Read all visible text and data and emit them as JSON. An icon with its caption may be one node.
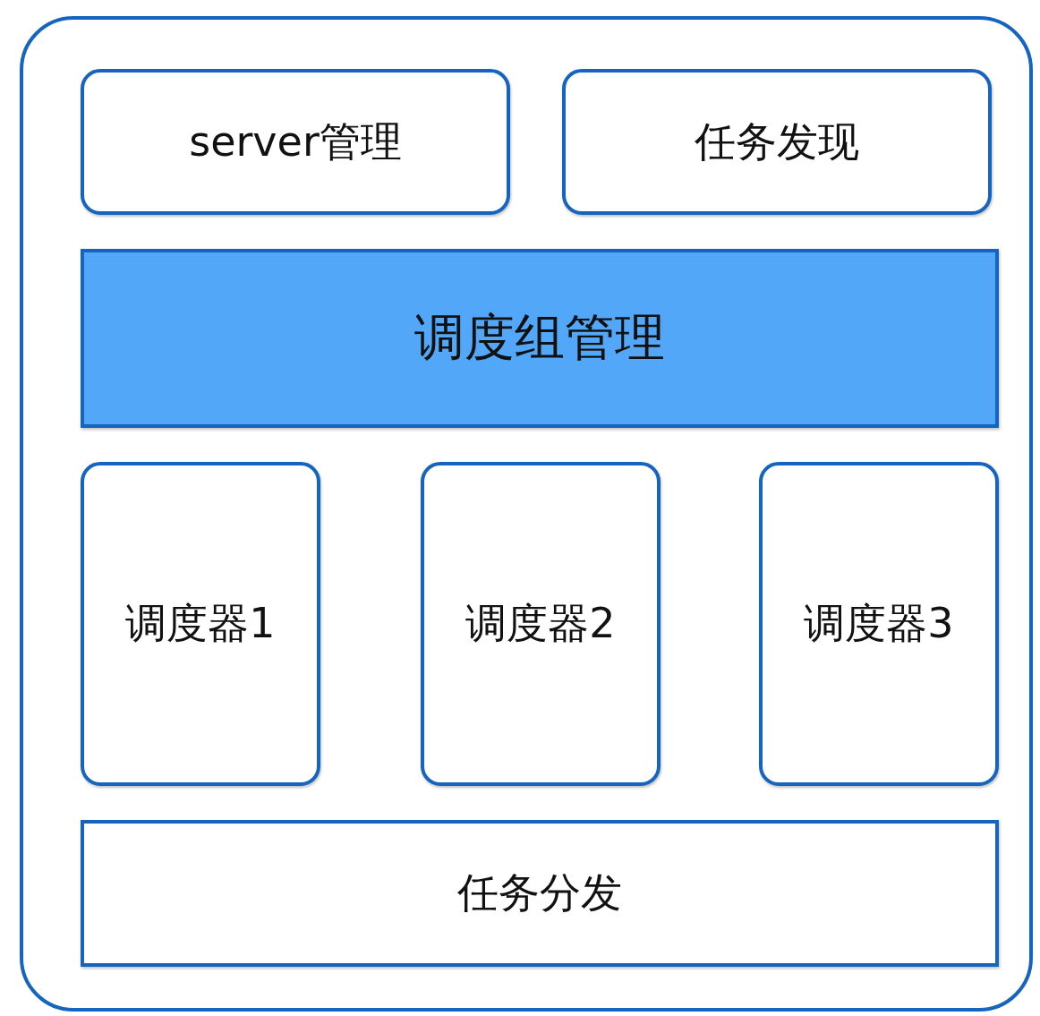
{
  "diagram": {
    "nodes": [
      {
        "text": [],
        "shape": "box"
      },
      {
        "text": [
          "server管理"
        ],
        "in": 0
      },
      {
        "text": [
          "任务发现"
        ],
        "in": 0
      },
      {
        "text": [
          "调度组管理"
        ],
        "in": 0
      },
      {
        "text": [
          "调度器1"
        ],
        "in": 0
      },
      {
        "text": [
          "调度器2"
        ],
        "in": 0
      },
      {
        "text": [
          "调度器3"
        ],
        "in": 0
      },
      {
        "text": [
          "任务分发"
        ],
        "in": 0
      }
    ],
    "edges": []
  }
}
